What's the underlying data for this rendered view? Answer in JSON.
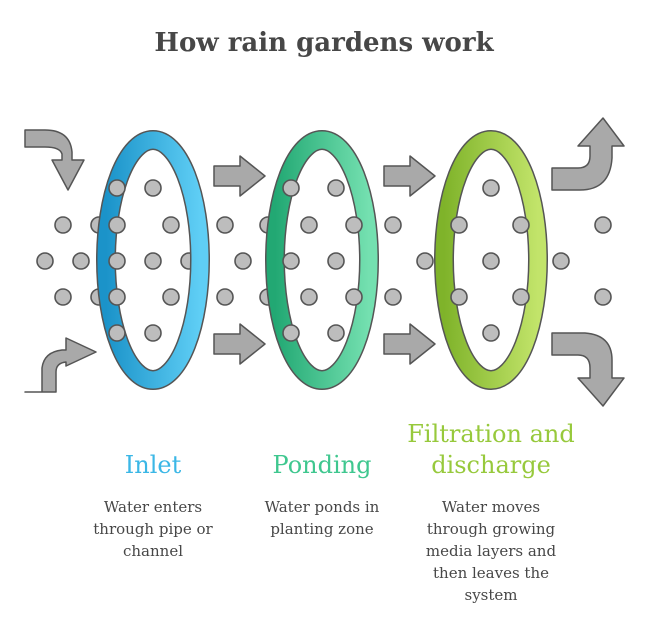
{
  "title": "How rain gardens work",
  "colors": {
    "inlet": "#3bb7e6",
    "ponding": "#3fc78f",
    "filtration": "#97c93c",
    "arrow_fill": "#a9a9a9",
    "arrow_stroke": "#555555",
    "particle_fill": "#bdbdbd",
    "text": "#474747"
  },
  "stages": [
    {
      "name": "Inlet",
      "description": "Water enters through pipe or channel"
    },
    {
      "name": "Ponding",
      "description": "Water ponds in planting zone"
    },
    {
      "name": "Filtration and discharge",
      "description": "Water moves through growing media layers and then leaves the system"
    }
  ]
}
